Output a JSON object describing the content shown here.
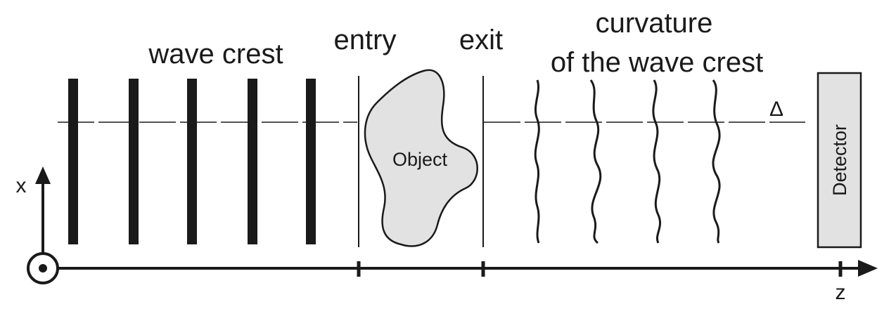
{
  "labels": {
    "wave_crest": "wave crest",
    "entry": "entry",
    "exit": "exit",
    "curvature_line1": "curvature",
    "curvature_line2": "of the wave crest",
    "object": "Object",
    "delta": "Δ",
    "detector": "Detector",
    "axis_x": "x",
    "axis_z": "z"
  },
  "colors": {
    "ink": "#1a1a1a",
    "object_fill": "#e2e2e2",
    "detector_fill": "#e2e2e2"
  }
}
